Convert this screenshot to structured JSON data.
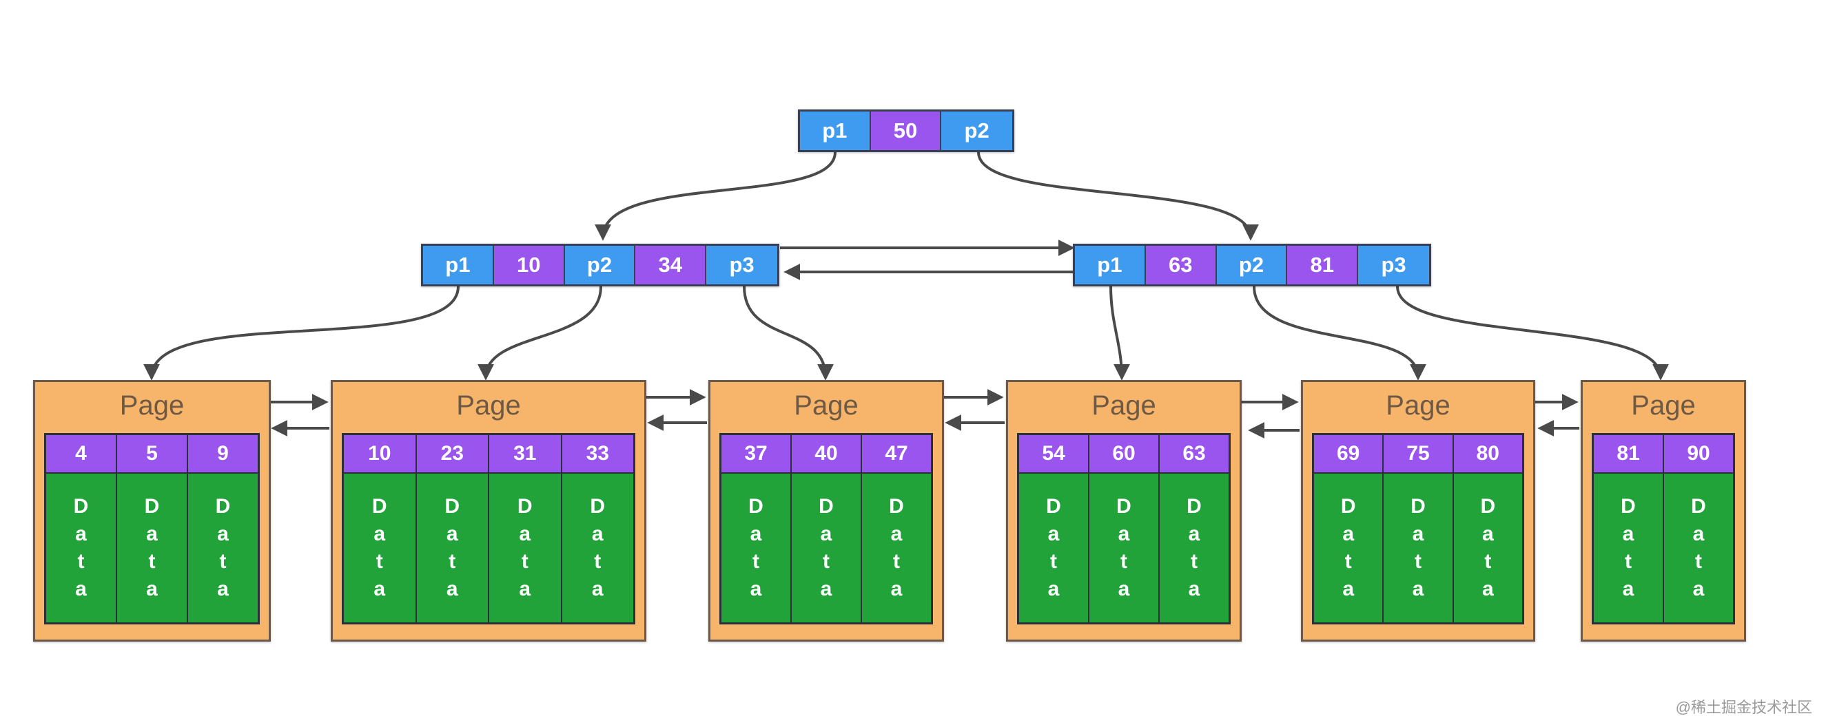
{
  "root": {
    "cells": [
      {
        "text": "p1",
        "kind": "ptr"
      },
      {
        "text": "50",
        "kind": "key"
      },
      {
        "text": "p2",
        "kind": "ptr"
      }
    ]
  },
  "internal_nodes": [
    {
      "cells": [
        {
          "text": "p1",
          "kind": "ptr"
        },
        {
          "text": "10",
          "kind": "key"
        },
        {
          "text": "p2",
          "kind": "ptr"
        },
        {
          "text": "34",
          "kind": "key"
        },
        {
          "text": "p3",
          "kind": "ptr"
        }
      ]
    },
    {
      "cells": [
        {
          "text": "p1",
          "kind": "ptr"
        },
        {
          "text": "63",
          "kind": "key"
        },
        {
          "text": "p2",
          "kind": "ptr"
        },
        {
          "text": "81",
          "kind": "key"
        },
        {
          "text": "p3",
          "kind": "ptr"
        }
      ]
    }
  ],
  "leaf_pages": [
    {
      "title": "Page",
      "keys": [
        "4",
        "5",
        "9"
      ]
    },
    {
      "title": "Page",
      "keys": [
        "10",
        "23",
        "31",
        "33"
      ]
    },
    {
      "title": "Page",
      "keys": [
        "37",
        "40",
        "47"
      ]
    },
    {
      "title": "Page",
      "keys": [
        "54",
        "60",
        "63"
      ]
    },
    {
      "title": "Page",
      "keys": [
        "69",
        "75",
        "80"
      ]
    },
    {
      "title": "Page",
      "keys": [
        "81",
        "90"
      ]
    }
  ],
  "data_label": "Data",
  "watermark": "@稀土掘金技术社区",
  "colors": {
    "pointer": "#3f9bf0",
    "key": "#9a55ee",
    "page": "#f7b56b",
    "data": "#22a33a",
    "arrow": "#4a4a4a"
  }
}
